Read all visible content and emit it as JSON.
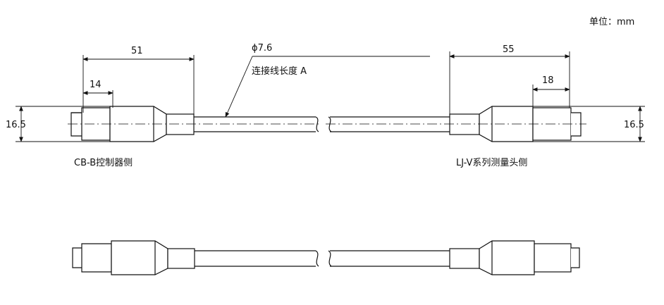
{
  "unit_label": "单位：mm",
  "cable": {
    "diameter": "ϕ7.6",
    "length_label": "连接线长度 A"
  },
  "dimensions": {
    "left_overall": "51",
    "left_plug": "14",
    "right_overall": "55",
    "right_plug": "18",
    "height_left": "16.5",
    "height_right": "16.5"
  },
  "ends": {
    "left_label": "CB-B控制器侧",
    "right_label": "LJ-V系列测量头侧"
  }
}
